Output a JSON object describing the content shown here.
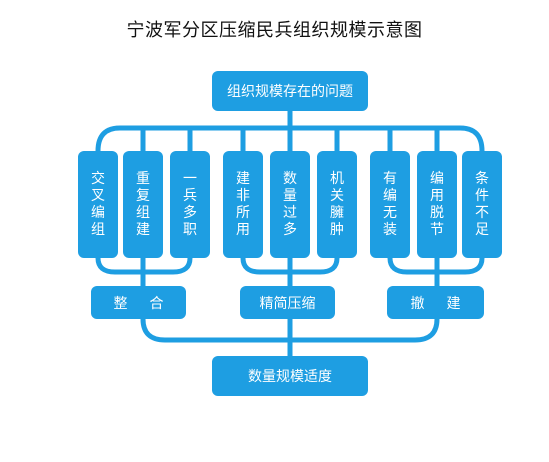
{
  "title": "宁波军分区压缩民兵组织规模示意图",
  "top_box": "组织规模存在的问题",
  "bottom_box": "数量规模适度",
  "issues": [
    "交叉编组",
    "重复组建",
    "一兵多职",
    "建非所用",
    "数量过多",
    "机关臃肿",
    "有编无装",
    "编用脱节",
    "条件不足"
  ],
  "groups": [
    "整合",
    "精简压缩",
    "撤建"
  ],
  "colors": {
    "box": "#1e9ee2",
    "connector": "#1e9ee2",
    "text": "#ffffff"
  }
}
